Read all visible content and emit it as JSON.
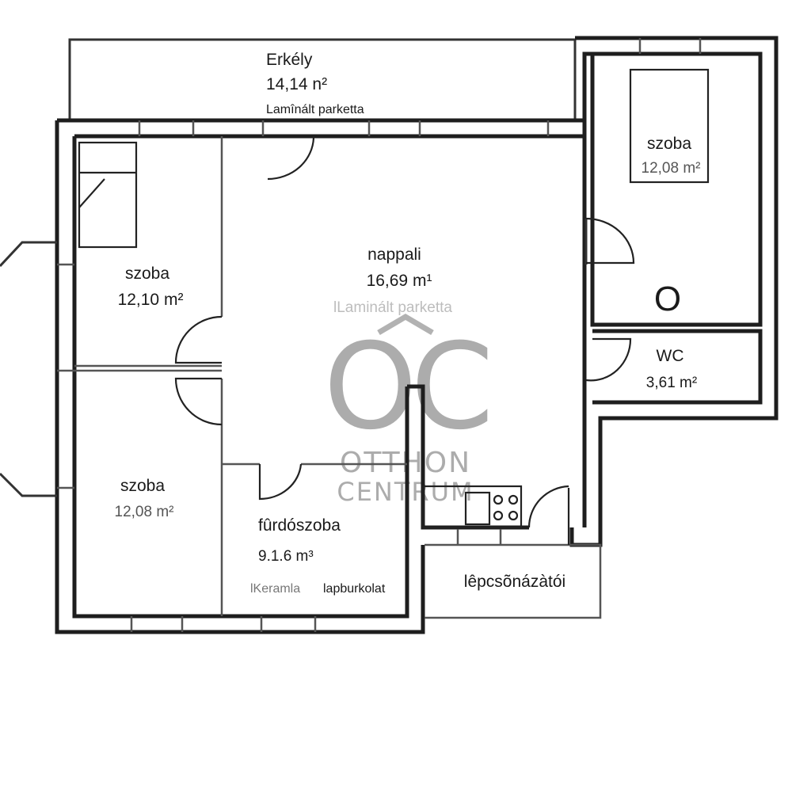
{
  "rooms": {
    "erkely": {
      "name": "Erkély",
      "area": "14,14 n²",
      "floor": "Lamînált parketta"
    },
    "szoba_right": {
      "name": "szoba",
      "area": "12,08 m²",
      "fixture": "O"
    },
    "szoba_left_top": {
      "name": "szoba",
      "area": "12,10 m²"
    },
    "nappali": {
      "name": "nappali",
      "area": "16,69 m¹",
      "floor": "lLaminált parketta"
    },
    "wc": {
      "name": "WC",
      "area": "3,61 m²"
    },
    "szoba_left_bottom": {
      "name": "szoba",
      "area": "12,08 m²"
    },
    "furdoszoba": {
      "name": "fûrdószoba",
      "area": "9.1.6 m³",
      "floor_prefix": "lKeramla",
      "floor_suffix": "lapburkolat"
    },
    "lepcso": {
      "name": "lêpcsõnázàtói"
    }
  },
  "watermark": {
    "monogram": "OC",
    "line1": "OTTHON",
    "line2": "CENTRUM",
    "color": "#9e9e9e"
  },
  "colors": {
    "wall": "#1e1e1e",
    "label": "#1a1a1a",
    "secondary_label": "#555555"
  }
}
